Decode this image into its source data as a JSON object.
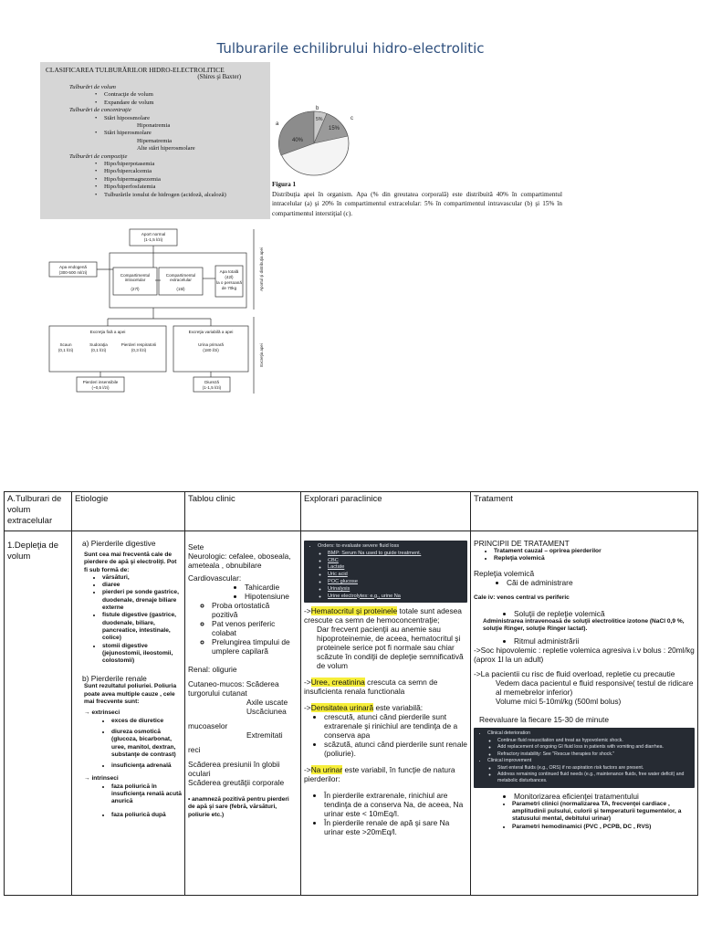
{
  "title": "Tulburarile echilibrului hidro-electrolitic",
  "classification": {
    "heading": "CLASIFICAREA TULBURĂRILOR HIDRO-ELECTROLITICE",
    "source": "(Shires şi Baxter)",
    "groups": [
      {
        "name": "Tulburări de volum",
        "items": [
          "Contracţie de volum",
          "Expandare de volum"
        ]
      },
      {
        "name": "Tulburări de concentraţie",
        "items": [
          "Stări hipoosmolare",
          "Hiponatremia",
          "Stări hiperosmolare",
          "Hipernatremia",
          "Alte stări hiperosmolare"
        ]
      },
      {
        "name": "Tulburări de compoziţie",
        "items": [
          "Hipo/hiperpotasemia",
          "Hipo/hipercalcemia",
          "Hipo/hipermagnezemia",
          "Hipo/hiperfosfatemia",
          "Tulburările ionului de hidrogen (acidoză, alcaloză)"
        ]
      }
    ]
  },
  "figure": {
    "name": "Figura 1",
    "caption": "Distribuţia apei în organism. Apa (% din greutatea corporală) este distribuită 40% în compartimentul intracelular (a) şi 20% în compartimentul extracelular: 5% în compartimentul intravascular (b) şi 15% în compartimentul interstiţial (c).",
    "pie": {
      "labels": [
        "a",
        "b",
        "c"
      ],
      "values": [
        "40%",
        "5%",
        "15%"
      ],
      "colors": {
        "a": "#8c8c8c",
        "b": "#c8c8c8",
        "c": "#9a9a9a",
        "rest": "#f4f4f4"
      }
    }
  },
  "flow": {
    "aport": "Aport normal",
    "aport_val": "(1-1,5 l/zi)",
    "endo": "Apa endogenă",
    "endo_val": "(300-500 ml/zi)",
    "intra": "Compartimentul intracelular",
    "intra_val": "(27l)",
    "extra": "Compartimentul extracelular",
    "extra_val": "(15l)",
    "total": "Apa totală",
    "total_v1": "(42l)",
    "total_v2": "la o persoană",
    "total_v3": "de 70kg",
    "side_top": "Aportul şi distribuţia apei",
    "side_bot": "Excreţia apei",
    "fixa": "Excreţia fixă a apei",
    "var": "Excreţia variabilă a apei",
    "scaun": "Scaun",
    "scaun_v": "(0,1 l/zi)",
    "sud": "Sudoraţia",
    "sud_v": "(0,1 l/zi)",
    "resp": "Pierderi respiratorii",
    "resp_v": "(0,3 l/zi)",
    "urina": "Urina primară",
    "urina_v": "(180 l/zi)",
    "insens": "Pierderi insensibile",
    "insens_v": "(~0,5 l/zi)",
    "diureza": "Diureză",
    "diureza_v": "(1-1,5 l/zi)"
  },
  "table": {
    "headers": [
      "A.Tulburari de volum extracelular",
      "Etiologie",
      "Tablou clinic",
      "Explorari paraclinice",
      "Tratament"
    ],
    "col1": "1.Depleţia de volum",
    "etio": {
      "a_title": "a) Pierderile digestive",
      "a_intro": "Sunt cea mai frecventă cale de pierdere de apă şi electroliţi. Pot fi sub formă de:",
      "a_items": [
        "vărsături,",
        "diaree",
        "pierderi pe sonde gastrice, duodenale, drenaje biliare externe",
        "fistule digestive (gastrice, duodenale, biliare, pancreatice, intestinale, colice)",
        "stomii digestive (jejunostomii, ileostomii, colostomii)"
      ],
      "b_title": "b) Pierderile renale",
      "b_intro": "Sunt rezultatul poliuriei. Poliuria poate avea multiple cauze , cele mai frecvente sunt:",
      "b_ext": "extrinseci",
      "b_ext_items": [
        "exces de diuretice",
        "diureza osmotică (glucoza, bicarbonat, uree, manitol, dextran, substanţe de contrast)",
        "insuficienţa adrenală"
      ],
      "b_int": "intrinseci",
      "b_int_items": [
        "faza poliurică în insuficienţa renală acută anurică",
        "faza poliurică după"
      ]
    },
    "clinic": {
      "sete": "Sete",
      "neuro": "Neurologic: cefalee, oboseala, ameteala , obnubilare",
      "cardio": "Cardiovascular:",
      "cardio_items": [
        "Tahicardie",
        "Hipotensiune"
      ],
      "circ_items": [
        "Proba ortostatică pozitivă",
        "Pat venos periferic colabat",
        "Prelungirea timpului de umplere capilară"
      ],
      "renal": "Renal: oligurie",
      "cutaneo": "Cutaneo-mucos: Scăderea turgorului cutanat",
      "axile": "Axile uscate",
      "uscaciunea": "Uscăciunea",
      "mucoaselor": "mucoaselor",
      "extremitati": "Extremitati",
      "reci": "reci",
      "scaderea_pres": "Scăderea presiunii în globii oculari",
      "scaderea_gr": "Scăderea greutăţii corporale",
      "anamneza": "• anamneză pozitivă pentru pierderi de apă şi sare (febră, vărsături, poliurie etc.)"
    },
    "para": {
      "box": {
        "heading": "Orders: to evaluate severe fluid loss",
        "items": [
          "BMP: Serum Na used to guide treatment.",
          "CBC",
          "Lactate",
          "Uric acid",
          "POC glucose",
          "Urinalysis",
          "Urine electrolytes: e.g., urine Na"
        ]
      },
      "hema_hl": "Hematocritul şi proteinele",
      "hema_rest": " totale sunt adesea crescute ca semn de hemoconcentraţie;",
      "hema_p2": "Dar frecvent pacienţii au anemie sau hipoproteinemie, de aceea, hematocritul şi proteinele serice pot fi normale sau chiar scăzute în condiţii de depleţie semnificativă de volum",
      "uree_hl": "Uree, creatinina",
      "uree_rest": " crescuta ca semn de insuficienta renala functionala",
      "dens_hl": "Densitatea urinară",
      "dens_rest": " este variabilă:",
      "dens_items": [
        "crescută, atunci când pierderile sunt extrarenale şi rinichiul are tendinţa de a conserva apa",
        "scăzută, atunci când pierderile sunt renale (poliurie)."
      ],
      "na_hl": "Na urinar",
      "na_rest": " este variabil, în funcţie de natura pierderilor:",
      "na_items": [
        "În pierderile extrarenale, rinichiul are tendinţa de a conserva Na, de aceea, Na urinar este < 10mEq/l.",
        "În pierderile renale de apă şi sare Na urinar este >20mEq/l."
      ],
      "arrow": "->"
    },
    "trat": {
      "principii": "PRINCIPII DE TRATAMENT",
      "principii_items": [
        "Tratament cauzal – oprirea pierderilor",
        "Repleţia volemică"
      ],
      "replete": "Repleţia volemică",
      "cai": "Căi de administrare",
      "cale": "Cale iv: venos central vs periferic",
      "solutii": "Soluţii de repleţie volemică",
      "solutii_desc": "Administrarea intravenoasă de soluţii electrolitice izotone (NaCl 0,9 %, soluţie Ringer, soluţie Ringer lactat).",
      "ritm": "Ritmul administrării",
      "soc": "->Soc hipovolemic : repletie volemica agresiva i.v bolus : 20ml/kg  (aprox 1l la un adult)",
      "risc": "->La pacientii cu risc de fluid overload, repletie cu precautie",
      "risc2": "Vedem daca pacientul e fluid responsive( testul de ridicare al memebrelor inferior)",
      "risc3": "Volume mici 5-10ml/kg (500ml bolus)",
      "reeval": "Reevaluare la fiecare 15-30 de minute",
      "box": {
        "h1": "Clinical deterioration",
        "i1": [
          "Continue fluid resuscitation and treat as hypovolemic shock.",
          "Add replacement of ongoing GI fluid loss in patients with vomiting and diarrhea.",
          "Refractory instability: See \"Rescue therapies for shock.\""
        ],
        "h2": "Clinical improvement",
        "i2": [
          "Start enteral fluids (e.g., ORS) if no aspiration risk factors are present.",
          "Address remaining continued fluid needs (e.g., maintenance fluids, free water deficit) and metabolic disturbances."
        ]
      },
      "monit": "Monitorizarea eficienţei tratamentului",
      "monit_items": [
        "Parametri clinici (normalizarea TA, frecvenţei cardiace , amplitudinii pulsului, culorii şi temperaturii tegumentelor, a statusului mental, debitului urinar)",
        "Parametri hemodinamici (PVC , PCPB, DC , RVS)"
      ]
    }
  }
}
